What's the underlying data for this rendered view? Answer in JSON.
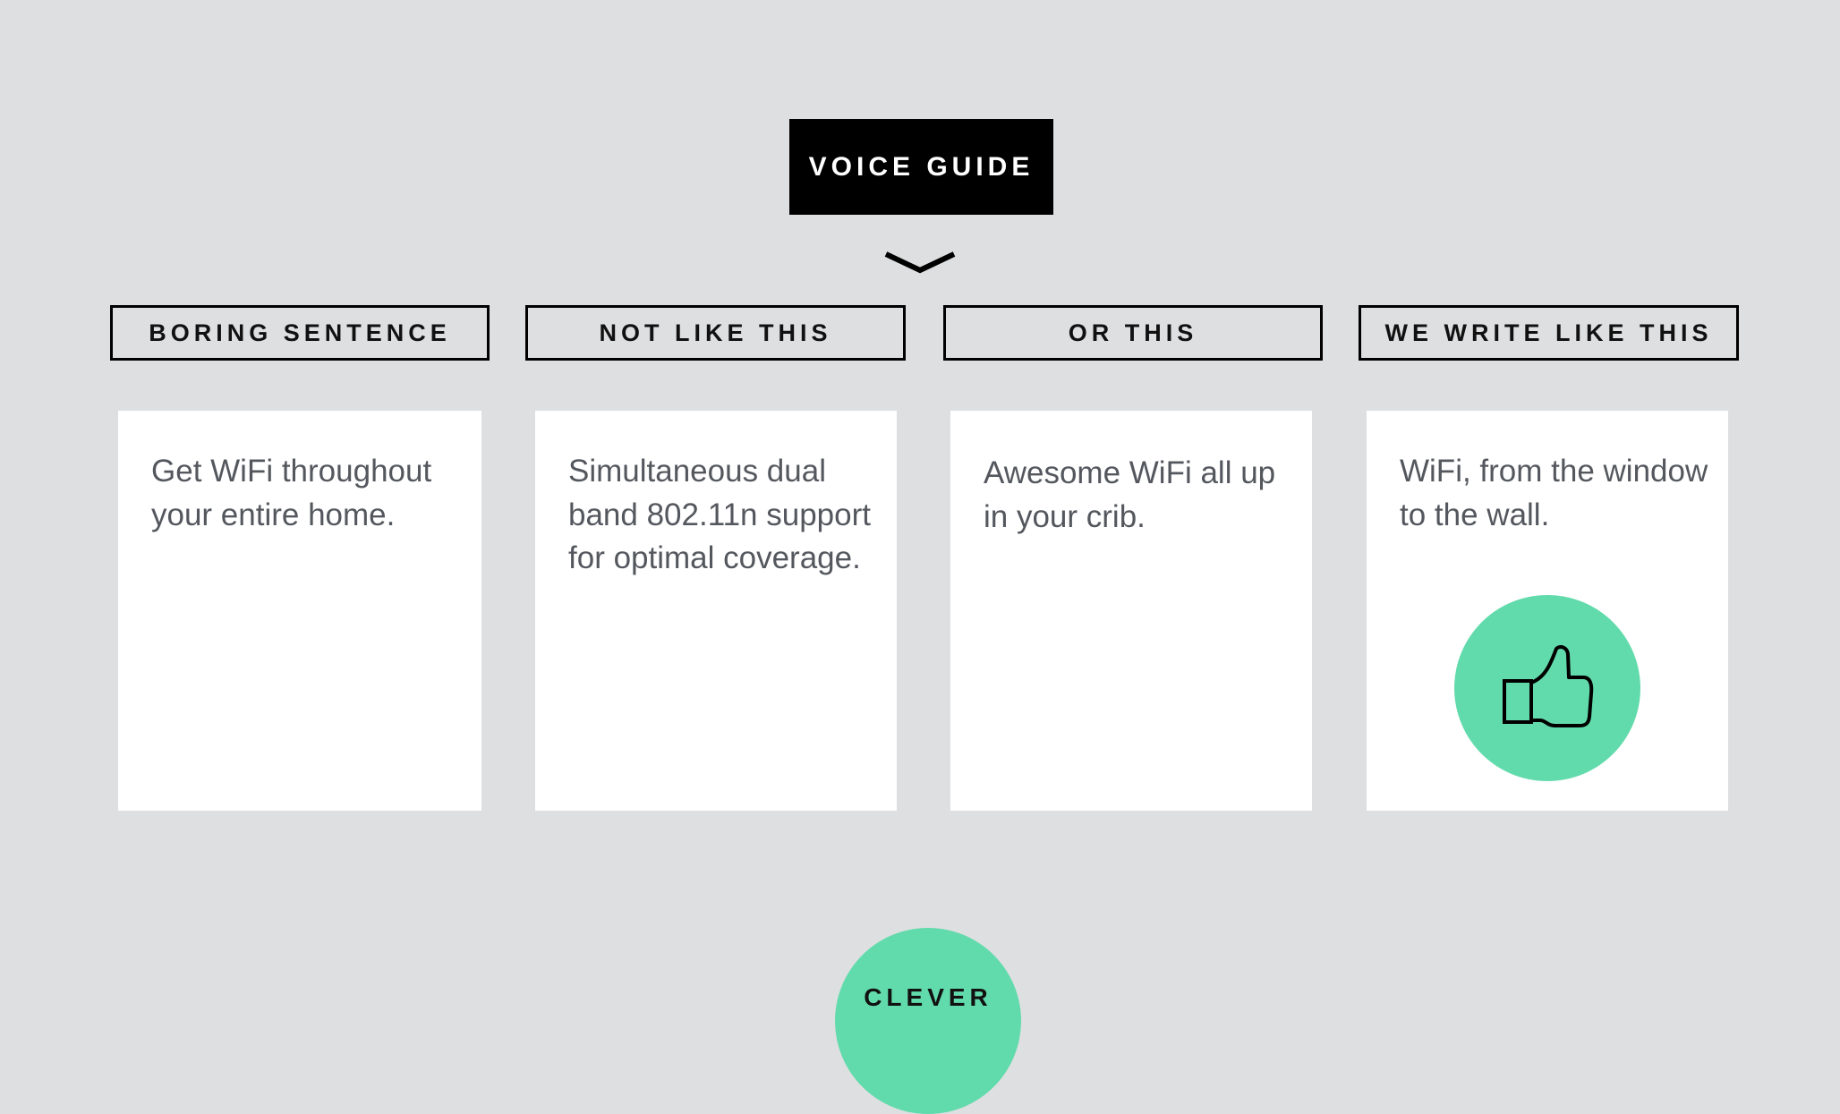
{
  "title": "VOICE GUIDE",
  "columns": [
    {
      "label": "BORING SENTENCE",
      "text": "Get WiFi throughout your entire home."
    },
    {
      "label": "NOT LIKE THIS",
      "text": "Simultaneous dual band 802.11n support for optimal coverage."
    },
    {
      "label": "OR THIS",
      "text": "Awesome WiFi all up in your crib."
    },
    {
      "label": "WE WRITE LIKE THIS",
      "text": "WiFi, from the window to the wall."
    }
  ],
  "badge": "CLEVER",
  "colors": {
    "accent": "#62dbac",
    "background": "#dedfe1"
  }
}
